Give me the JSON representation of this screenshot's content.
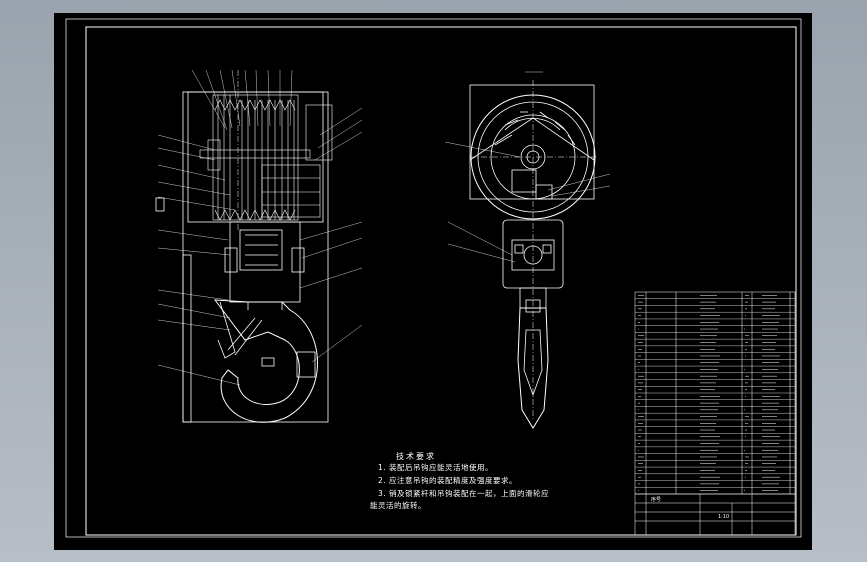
{
  "colors": {
    "background": "#a4acb6",
    "sheet": "#000000",
    "line": "#ffffff"
  },
  "technical_requirements": {
    "title": "技术要求",
    "items": [
      "1. 装配后吊钩应能灵活地使用。",
      "2. 应注意吊钩的装配精度及强度要求。",
      "3. 销及锁紧杆和吊钩装配在一起，上面的滑轮应",
      "能灵活的旋转。"
    ]
  },
  "title_block": {
    "scale": "1:10",
    "label_left": "序号"
  }
}
